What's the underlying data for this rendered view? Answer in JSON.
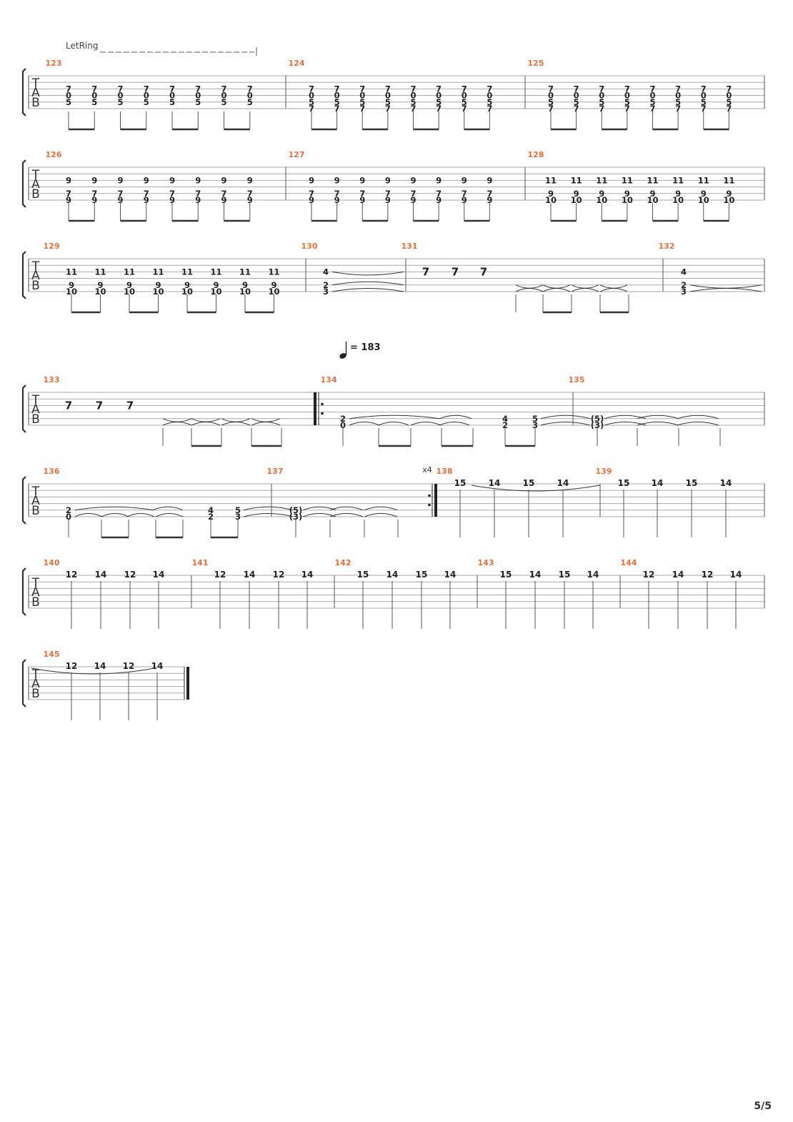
{
  "let_ring": "LetRing",
  "tab_label": [
    "T",
    "A",
    "B"
  ],
  "tempo": {
    "bpm_label": "= 183"
  },
  "repeat_label": "x4",
  "page_number": "5/5",
  "measures": [
    {
      "number": "123",
      "notes": [
        [
          "7",
          "0",
          "5"
        ],
        [
          "7",
          "0",
          "5"
        ],
        [
          "7",
          "0",
          "5"
        ],
        [
          "7",
          "0",
          "5"
        ],
        [
          "7",
          "0",
          "5"
        ],
        [
          "7",
          "0",
          "5"
        ],
        [
          "7",
          "0",
          "5"
        ],
        [
          "7",
          "0",
          "5"
        ]
      ]
    },
    {
      "number": "124",
      "notes": [
        [
          "7",
          "0",
          "5",
          "7"
        ],
        [
          "7",
          "0",
          "5",
          "7"
        ],
        [
          "7",
          "0",
          "5",
          "7"
        ],
        [
          "7",
          "0",
          "5",
          "7"
        ],
        [
          "7",
          "0",
          "5",
          "7"
        ],
        [
          "7",
          "0",
          "5",
          "7"
        ],
        [
          "7",
          "0",
          "5",
          "7"
        ],
        [
          "7",
          "0",
          "5",
          "7"
        ]
      ]
    },
    {
      "number": "125",
      "notes": [
        [
          "7",
          "0",
          "5",
          "7"
        ],
        [
          "7",
          "0",
          "5",
          "7"
        ],
        [
          "7",
          "0",
          "5",
          "7"
        ],
        [
          "7",
          "0",
          "5",
          "7"
        ],
        [
          "7",
          "0",
          "5",
          "7"
        ],
        [
          "7",
          "0",
          "5",
          "7"
        ],
        [
          "7",
          "0",
          "5",
          "7"
        ],
        [
          "7",
          "0",
          "5",
          "7"
        ]
      ]
    },
    {
      "number": "126",
      "notes": [
        [
          "9",
          "7",
          "9"
        ],
        [
          "9",
          "7",
          "9"
        ],
        [
          "9",
          "7",
          "9"
        ],
        [
          "9",
          "7",
          "9"
        ],
        [
          "9",
          "7",
          "9"
        ],
        [
          "9",
          "7",
          "9"
        ],
        [
          "9",
          "7",
          "9"
        ],
        [
          "9",
          "7",
          "9"
        ]
      ]
    },
    {
      "number": "127",
      "notes": [
        [
          "9",
          "7",
          "9"
        ],
        [
          "9",
          "7",
          "9"
        ],
        [
          "9",
          "7",
          "9"
        ],
        [
          "9",
          "7",
          "9"
        ],
        [
          "9",
          "7",
          "9"
        ],
        [
          "9",
          "7",
          "9"
        ],
        [
          "9",
          "7",
          "9"
        ],
        [
          "9",
          "7",
          "9"
        ]
      ]
    },
    {
      "number": "128",
      "notes": [
        [
          "11",
          "9",
          "10"
        ],
        [
          "11",
          "9",
          "10"
        ],
        [
          "11",
          "9",
          "10"
        ],
        [
          "11",
          "9",
          "10"
        ],
        [
          "11",
          "9",
          "10"
        ],
        [
          "11",
          "9",
          "10"
        ],
        [
          "11",
          "9",
          "10"
        ],
        [
          "11",
          "9",
          "10"
        ]
      ]
    },
    {
      "number": "129",
      "notes": [
        [
          "11",
          "9",
          "10"
        ],
        [
          "11",
          "9",
          "10"
        ],
        [
          "11",
          "9",
          "10"
        ],
        [
          "11",
          "9",
          "10"
        ],
        [
          "11",
          "9",
          "10"
        ],
        [
          "11",
          "9",
          "10"
        ],
        [
          "11",
          "9",
          "10"
        ],
        [
          "11",
          "9",
          "10"
        ]
      ]
    },
    {
      "number": "130",
      "notes": [
        [
          "4",
          "2",
          "3"
        ]
      ]
    },
    {
      "number": "131",
      "notes": []
    },
    {
      "number": "132",
      "notes": [
        [
          "4",
          "2",
          "3"
        ]
      ]
    },
    {
      "number": "133",
      "notes": []
    },
    {
      "number": "134",
      "notes": [
        [
          "2",
          "0"
        ],
        [
          "4",
          "2"
        ],
        [
          "5",
          "3"
        ]
      ]
    },
    {
      "number": "135",
      "notes": [
        [
          "(5)",
          "(3)"
        ]
      ]
    },
    {
      "number": "136",
      "notes": [
        [
          "2",
          "0"
        ],
        [
          "4",
          "2"
        ],
        [
          "5",
          "3"
        ]
      ]
    },
    {
      "number": "137",
      "notes": [
        [
          "(5)",
          "(3)"
        ]
      ]
    },
    {
      "number": "138",
      "notes": [
        "15",
        "14",
        "15",
        "14"
      ]
    },
    {
      "number": "139",
      "notes": [
        "15",
        "14",
        "15",
        "14"
      ]
    },
    {
      "number": "140",
      "notes": [
        "12",
        "14",
        "12",
        "14"
      ]
    },
    {
      "number": "141",
      "notes": [
        "12",
        "14",
        "12",
        "14"
      ]
    },
    {
      "number": "142",
      "notes": [
        "15",
        "14",
        "15",
        "14"
      ]
    },
    {
      "number": "143",
      "notes": [
        "15",
        "14",
        "15",
        "14"
      ]
    },
    {
      "number": "144",
      "notes": [
        "12",
        "14",
        "12",
        "14"
      ]
    },
    {
      "number": "145",
      "notes": [
        "12",
        "14",
        "12",
        "14"
      ]
    }
  ],
  "colors": {
    "measure_number": "#e8703a",
    "staff_line": "#aaaaaa",
    "note": "#222222"
  }
}
